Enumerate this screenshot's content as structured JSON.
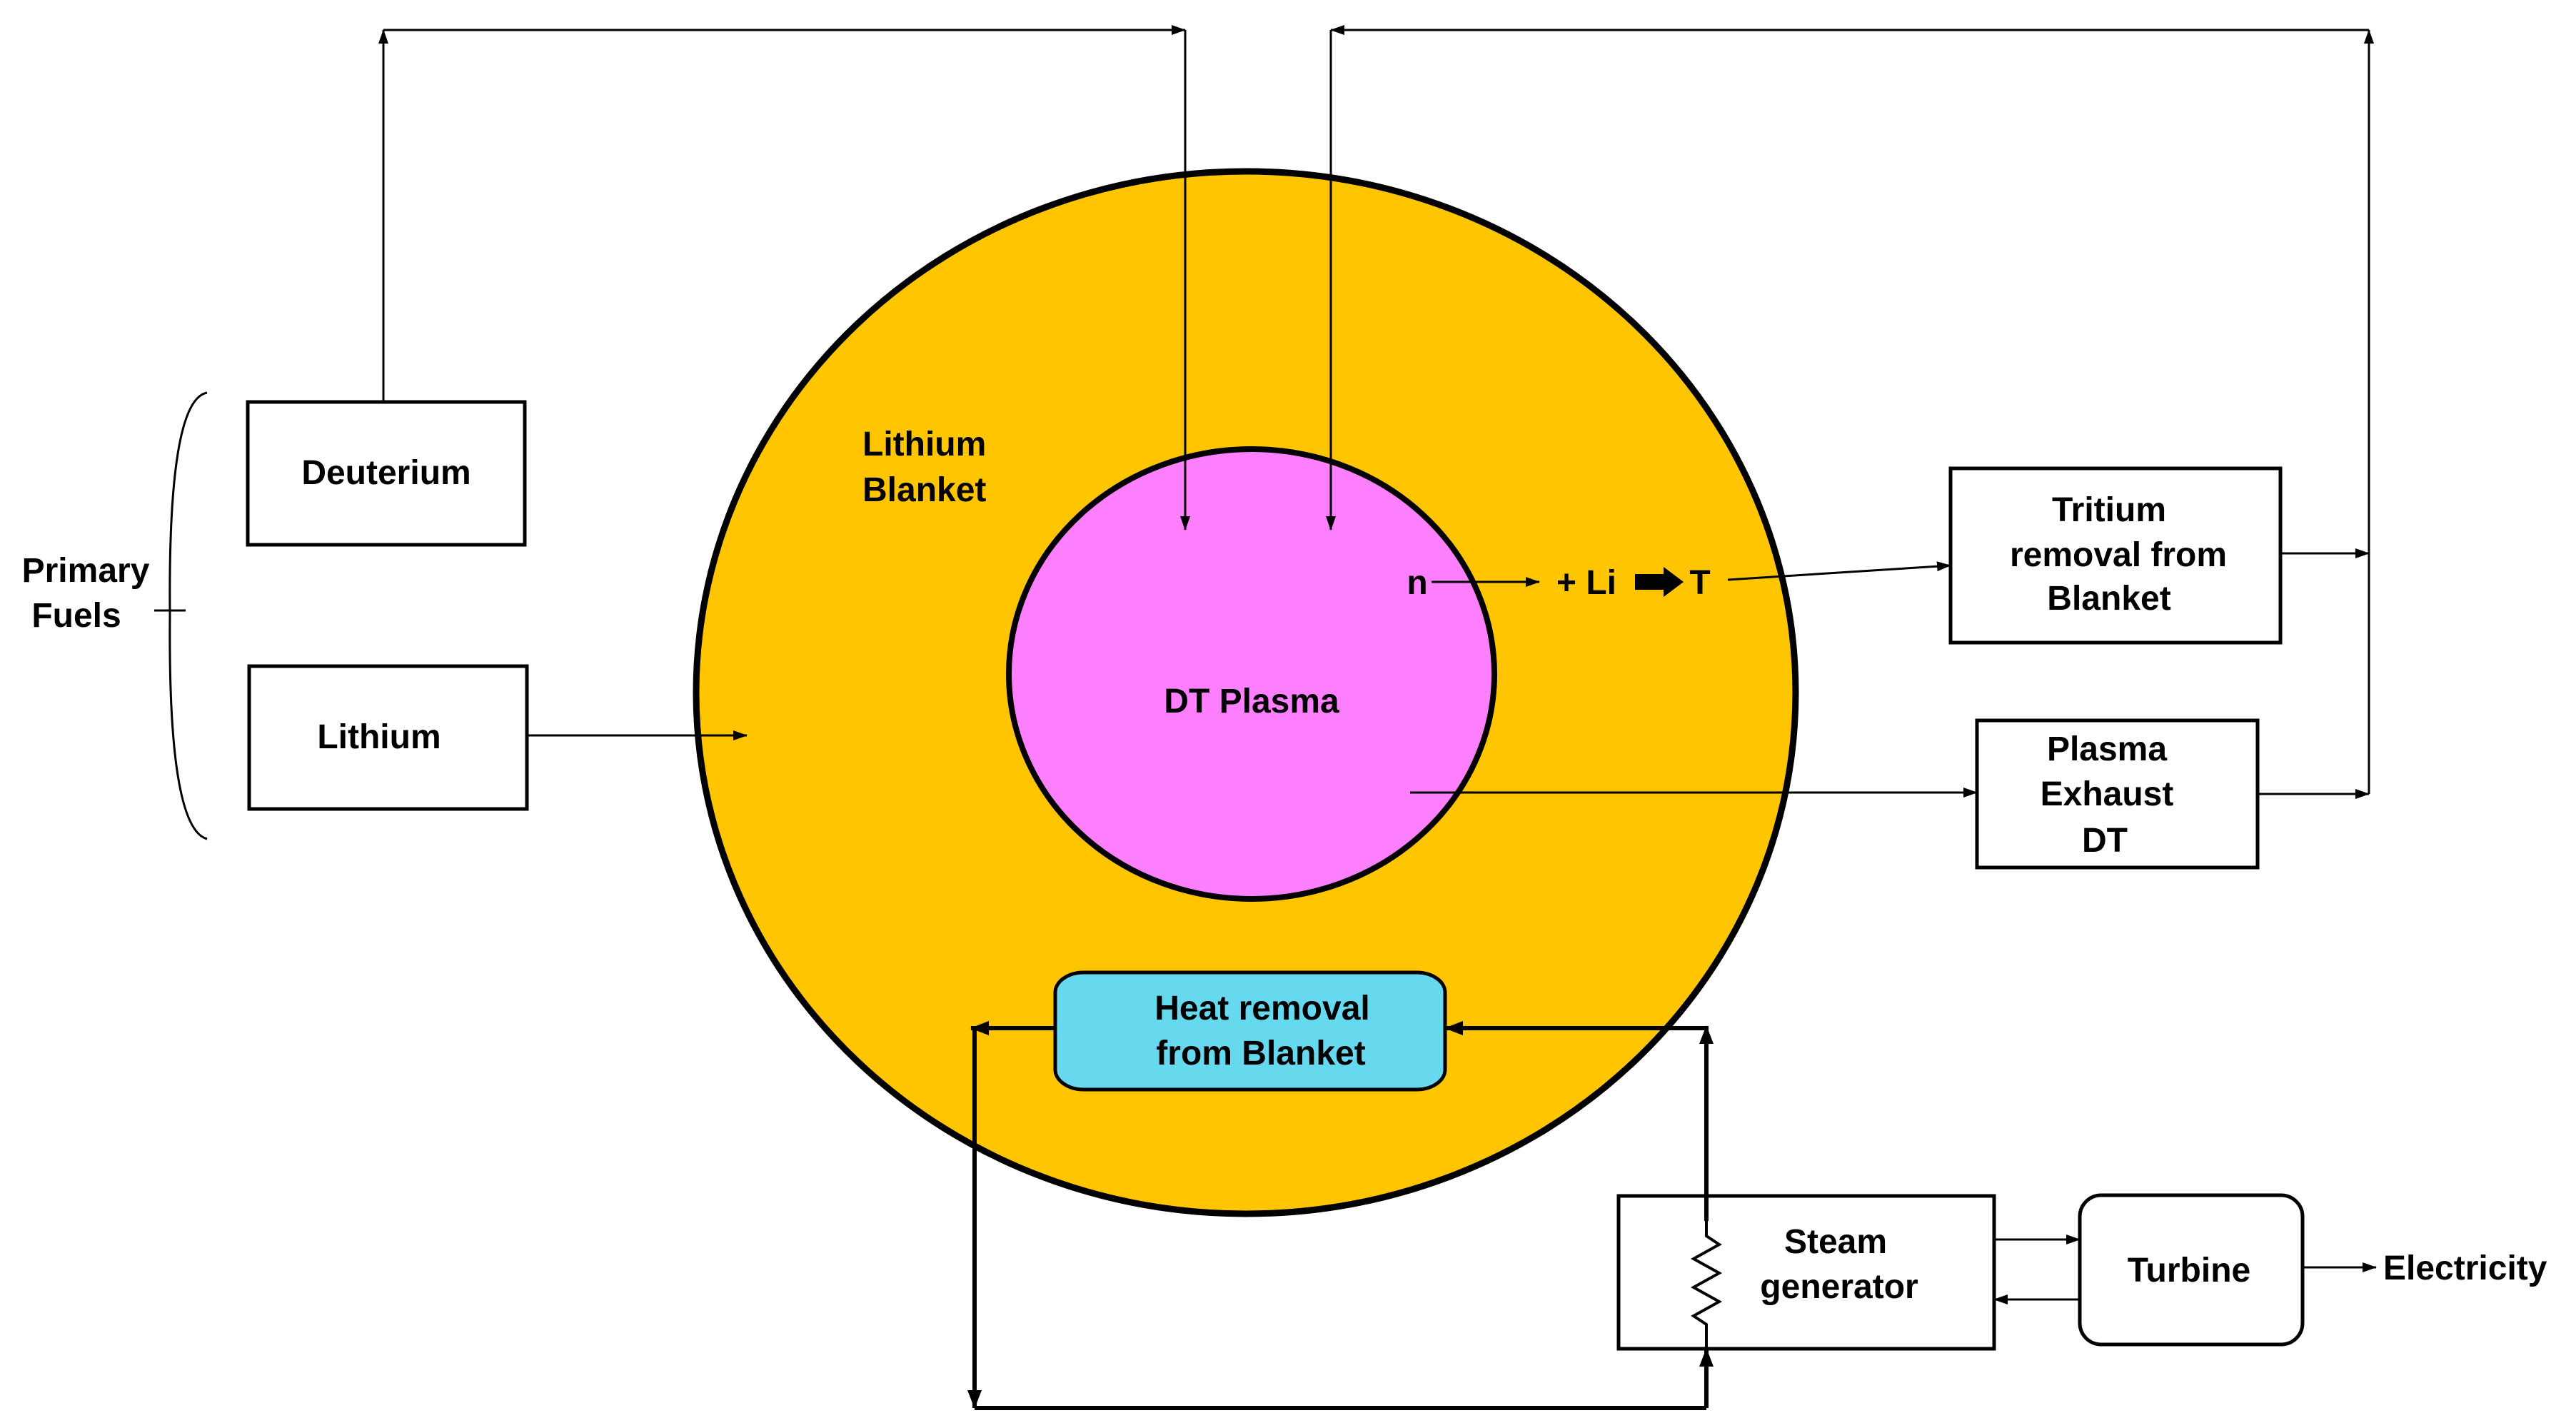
{
  "diagram": {
    "primary_fuels": {
      "line1": "Primary",
      "line2": "Fuels"
    },
    "deuterium": {
      "label": "Deuterium"
    },
    "lithium": {
      "label": "Lithium"
    },
    "blanket": {
      "line1": "Lithium",
      "line2": "Blanket"
    },
    "plasma": {
      "label": "DT Plasma"
    },
    "reaction": {
      "neutron": "n",
      "plus_li": "+ Li",
      "tritium": "T"
    },
    "tritium_removal": {
      "line1": "Tritium",
      "line2": "removal from",
      "line3": "Blanket"
    },
    "plasma_exhaust": {
      "line1": "Plasma",
      "line2": "Exhaust",
      "line3": "DT"
    },
    "heat_removal": {
      "line1": "Heat removal",
      "line2": "from Blanket"
    },
    "steam_generator": {
      "line1": "Steam",
      "line2": "generator"
    },
    "turbine": {
      "label": "Turbine"
    },
    "electricity": {
      "label": "Electricity"
    },
    "colors": {
      "blanket": "#FFC600",
      "plasma": "#FF80FF",
      "heat_removal": "#66D9EE",
      "outline": "#000000",
      "background": "#FFFFFF"
    }
  }
}
